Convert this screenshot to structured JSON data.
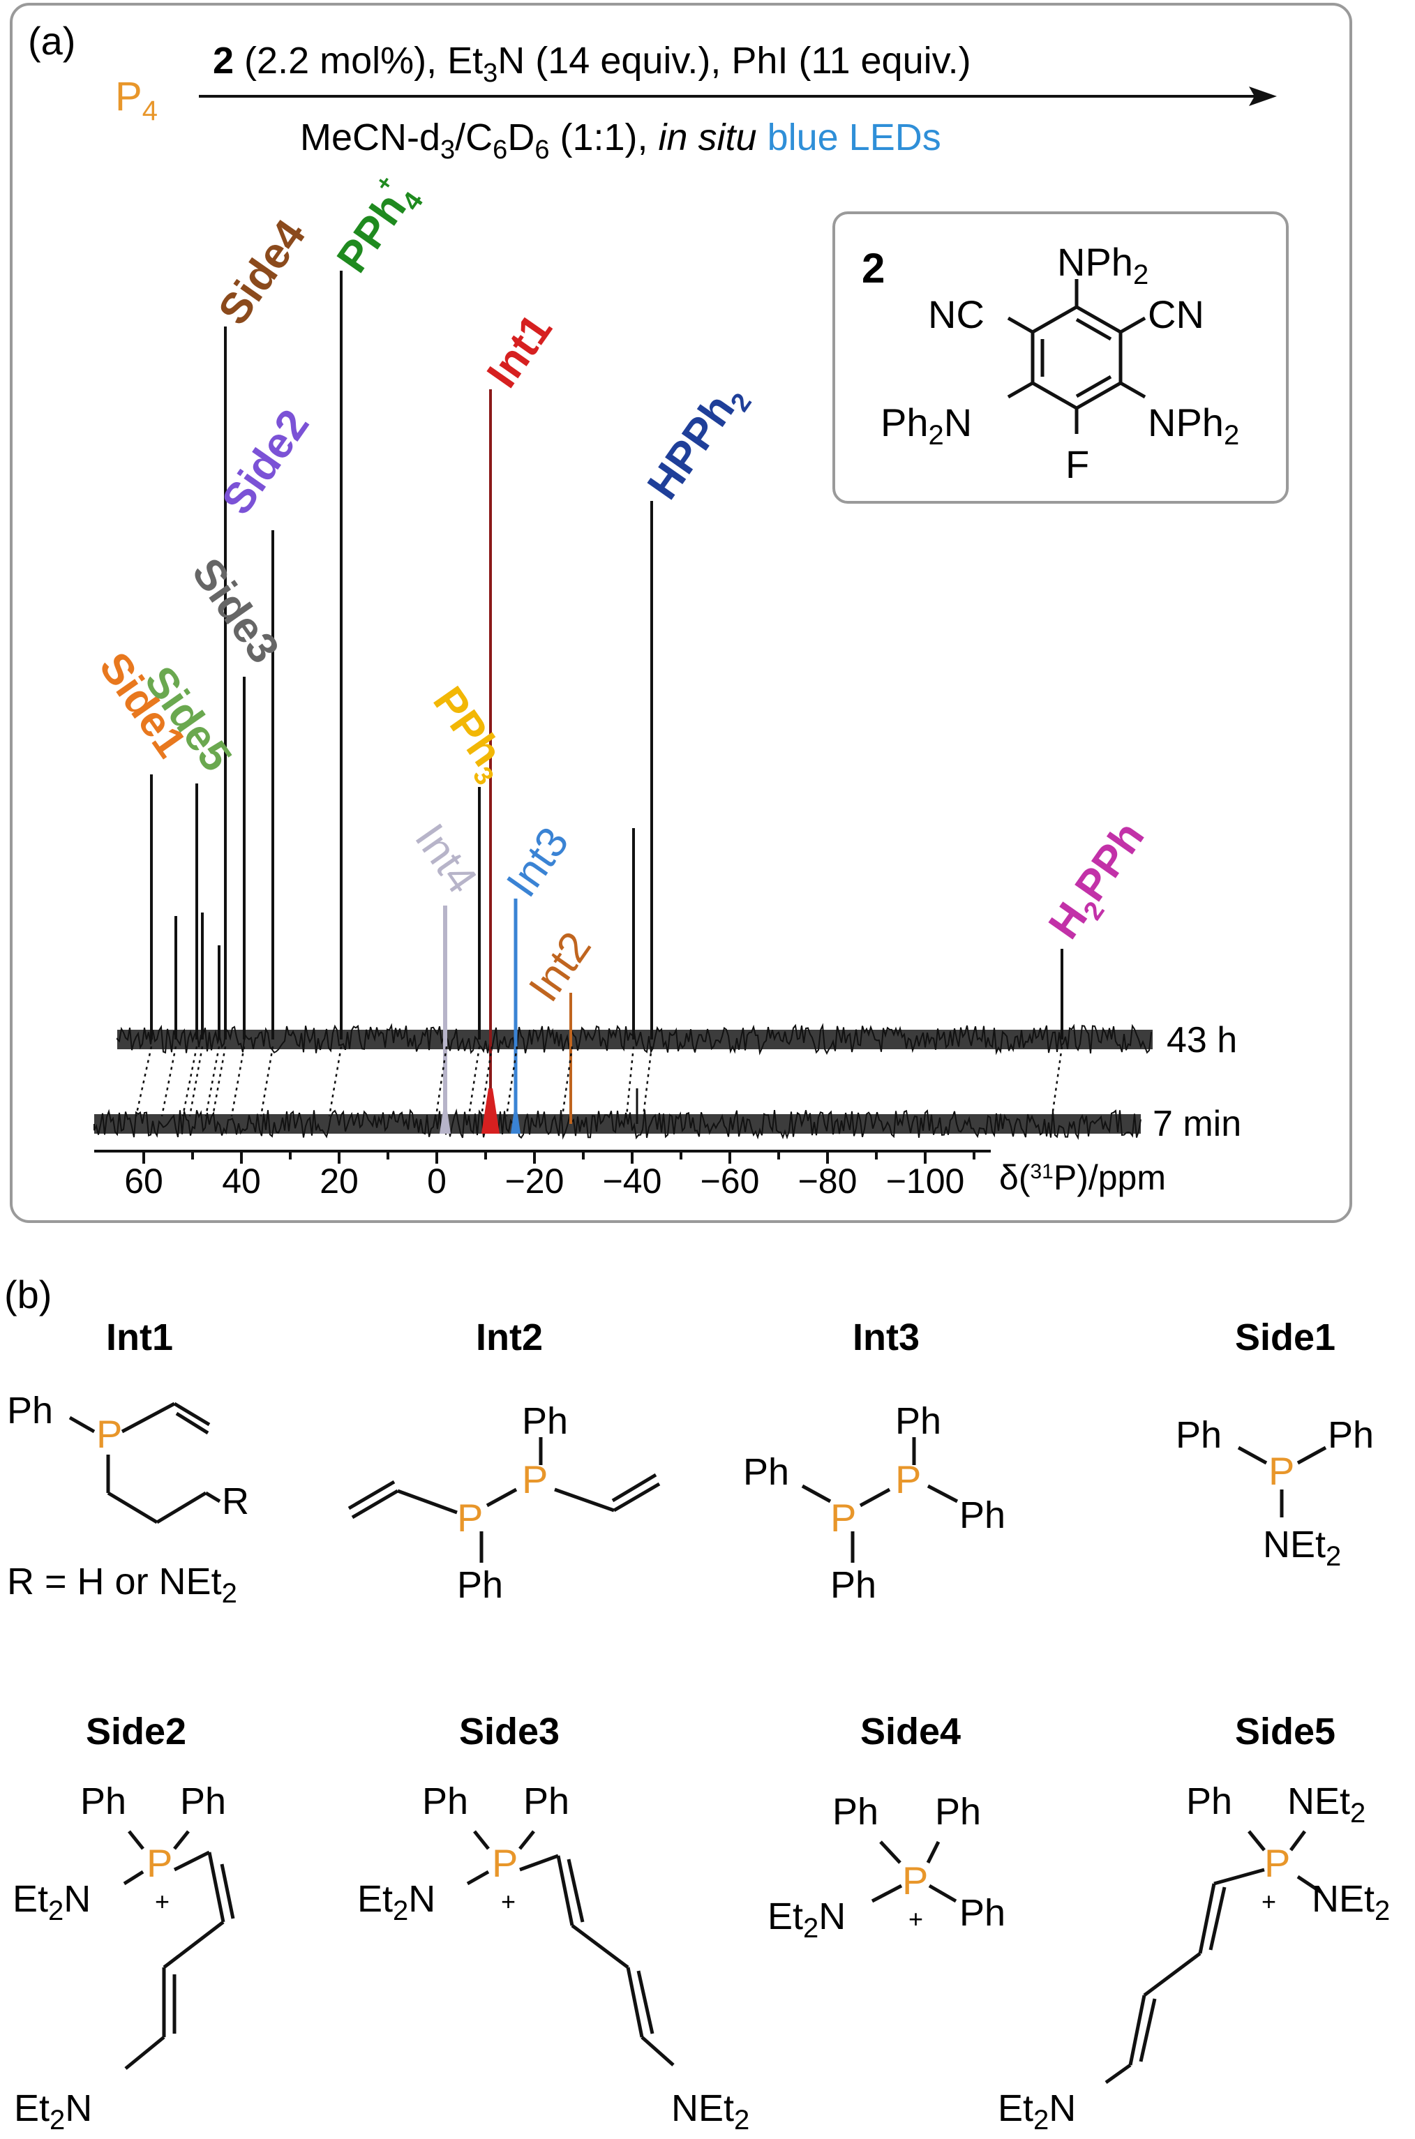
{
  "panel_a": {
    "label": "(a)",
    "reactant": "P",
    "reactant_sub": "4",
    "cond_top_bold": "2",
    "cond_top_p1": " (2.2 mol%), Et",
    "cond_top_sub1": "3",
    "cond_top_p2": "N (14 equiv.), PhI (11 equiv.)",
    "cond_bot_p1": "MeCN-d",
    "cond_bot_sub1": "3",
    "cond_bot_p2": "/C",
    "cond_bot_sub2": "6",
    "cond_bot_p3": "D",
    "cond_bot_sub3": "6",
    "cond_bot_p4": " (1:1), ",
    "cond_bot_italic": "in situ",
    "cond_bot_blue": " blue LEDs",
    "catalyst": {
      "label": "2",
      "top": "NPh",
      "top_sub": "2",
      "left_cn": "NC",
      "right_cn": "CN",
      "left_n": "Ph",
      "left_n_sub": "2",
      "left_n_tail": "N",
      "right_n": "NPh",
      "right_n_sub": "2",
      "bottom_f": "F"
    },
    "trace_labels": [
      "43 h",
      "7 min"
    ],
    "axis": {
      "ticks": [
        "60",
        "40",
        "20",
        "0",
        "−20",
        "−40",
        "−60",
        "−80",
        "−100"
      ],
      "label_pre": "δ(",
      "label_sup": "31",
      "label_post": "P)/ppm"
    },
    "peaks": [
      {
        "name": "Side1",
        "text": "Side1",
        "sub": "",
        "sup": "",
        "color": "#e8781e"
      },
      {
        "name": "Side5",
        "text": "Side5",
        "sub": "",
        "sup": "",
        "color": "#6aa84f"
      },
      {
        "name": "Side3",
        "text": "Side3",
        "sub": "",
        "sup": "",
        "color": "#666666"
      },
      {
        "name": "Side2",
        "text": "Side2",
        "sub": "",
        "sup": "",
        "color": "#7b52d6"
      },
      {
        "name": "Side4",
        "text": "Side4",
        "sub": "",
        "sup": "",
        "color": "#8b4a1c"
      },
      {
        "name": "PPh4",
        "text": "PPh",
        "sub": "4",
        "sup": "+",
        "color": "#1f8a1f"
      },
      {
        "name": "PPh3",
        "text": "PPh",
        "sub": "3",
        "sup": "",
        "color": "#f2b705"
      },
      {
        "name": "Int4",
        "text": "Int4",
        "sub": "",
        "sup": "",
        "color": "#b7b4c9"
      },
      {
        "name": "Int1",
        "text": "Int1",
        "sub": "",
        "sup": "",
        "color": "#d62020"
      },
      {
        "name": "Int3",
        "text": "Int3",
        "sub": "",
        "sup": "",
        "color": "#3a83d4"
      },
      {
        "name": "Int2",
        "text": "Int2",
        "sub": "",
        "sup": "",
        "color": "#c0651f"
      },
      {
        "name": "HPPh2",
        "text": "HPPh",
        "sub": "2",
        "sup": "",
        "color": "#1f3f99"
      },
      {
        "name": "H2PPh",
        "text": "H",
        "sub": "2",
        "tail": "PPh",
        "sup": "",
        "color": "#c231a8"
      }
    ]
  },
  "panel_b": {
    "label": "(b)",
    "compounds": [
      "Int1",
      "Int2",
      "Int3",
      "Side1",
      "Side2",
      "Side3",
      "Side4",
      "Side5"
    ],
    "r_note_pre": "R = H or NEt",
    "r_note_sub": "2",
    "atoms": {
      "P": "P",
      "Ph": "Ph",
      "R": "R",
      "plus": "+",
      "NEt": "NEt",
      "Et": "Et",
      "N": "N",
      "sub2": "2"
    }
  },
  "colors": {
    "phosphorus": "#e8962a",
    "frame": "#9a9a9a",
    "ink": "#111111"
  }
}
